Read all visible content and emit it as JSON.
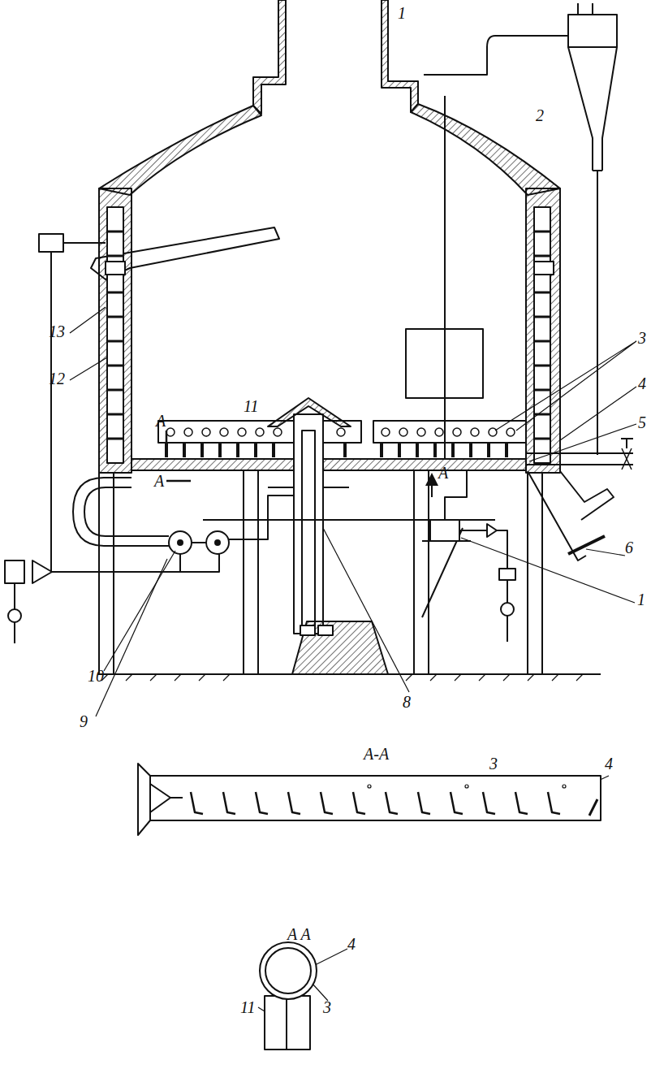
{
  "diagram": {
    "labels": [
      "1",
      "2",
      "13",
      "3",
      "4",
      "12",
      "A",
      "11",
      "5",
      "A",
      "A",
      "6",
      "1",
      "10",
      "9",
      "8",
      "A-A",
      "3",
      "4",
      "A A",
      "4",
      "3",
      "11"
    ]
  }
}
